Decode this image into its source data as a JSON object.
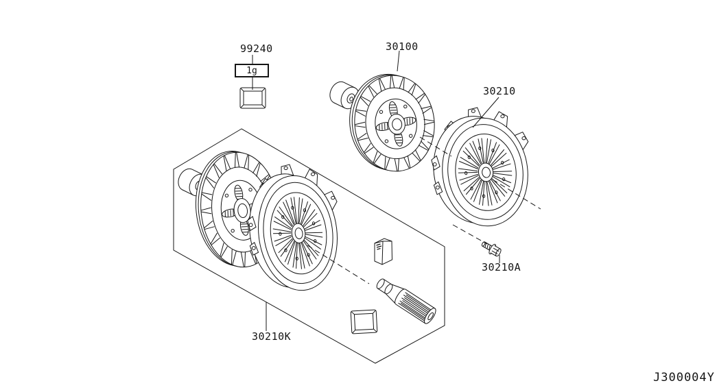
{
  "diagram": {
    "figure_code": "J300004Y",
    "parts": {
      "grease": {
        "number": "99240",
        "quantity": "1g"
      },
      "clutch_disc": {
        "number": "30100"
      },
      "clutch_cover": {
        "number": "30210"
      },
      "cover_bolt": {
        "number": "30210A"
      },
      "clutch_kit": {
        "number": "30210K"
      }
    },
    "line_color": "#151515",
    "background_color": "#ffffff"
  }
}
